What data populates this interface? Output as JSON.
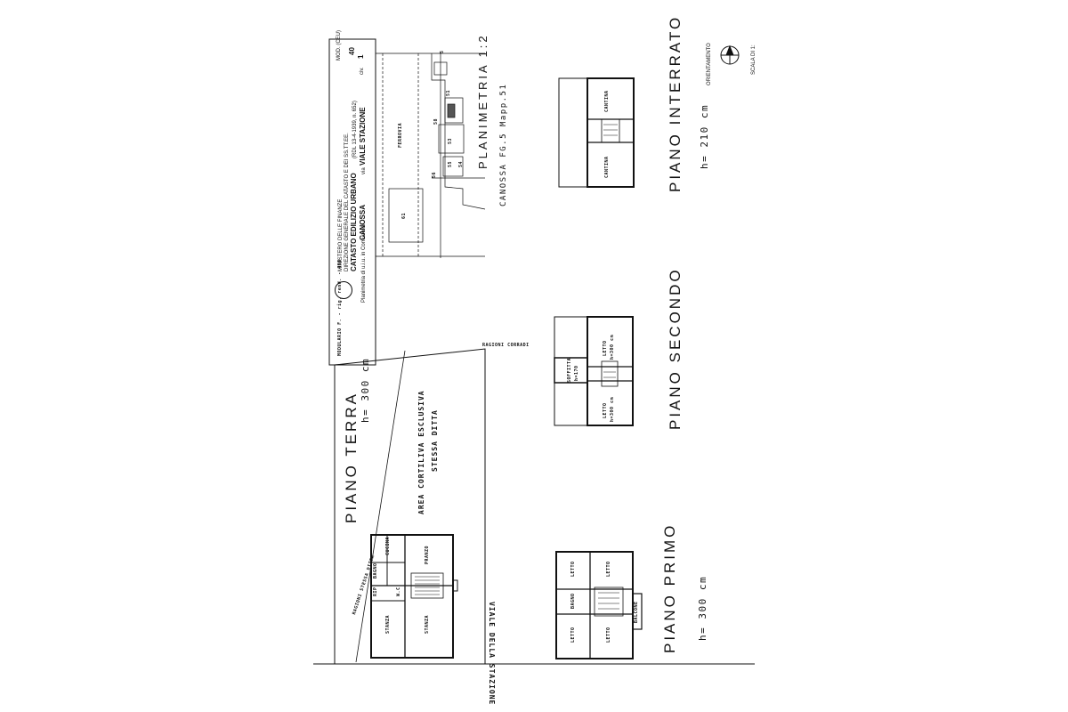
{
  "header": {
    "ministry": "MINISTERO DELLE FINANZE",
    "direction": "DIREZIONE GENERALE DEL CATASTO E DEI SS.TT.EE.",
    "title": "CATASTO EDILIZIO URBANO",
    "law_ref": "(RDL 13-4-1939, n. 652)",
    "municipality_prefix": "Planimetria di u.i.u. in Comune di",
    "municipality": "CANOSSA",
    "street_prefix": "via",
    "street": "VIALE STAZIONE",
    "form_code": "MOD. (CEU)",
    "form_number": "40",
    "sheet_box": "MODULARIO F. - rig. rend. - 498",
    "civ_prefix": "civ.",
    "civ_value": "1"
  },
  "site_plan": {
    "title": "PLANIMETRIA 1:2",
    "reference": "CANOSSA FG.5 Mapp.51",
    "railway": "FERROVIA",
    "parcels": [
      "61",
      "51",
      "53",
      "54",
      "55",
      "56",
      "58",
      "5"
    ]
  },
  "orientation": {
    "label": "ORIENTAMENTO",
    "scale": "SCALA DI 1:"
  },
  "piano_terra": {
    "title": "PIANO TERRA",
    "height": "h= 300 cm",
    "courtyard_line1": "AREA CORTILIVA ESCLUSIVA",
    "courtyard_line2": "STESSA DITTA",
    "boundary_top": "RAGIONI CORRADI",
    "boundary_left": "RAGIONI STESSA DITTA",
    "street": "VIALE DELLA STAZIONE",
    "rooms": [
      "CUCINA",
      "BAGNO",
      "PRANZO",
      "RIP.",
      "W.C.",
      "STANZA",
      "STANZA"
    ]
  },
  "piano_primo": {
    "title": "PIANO PRIMO",
    "height": "h= 300 cm",
    "rooms": [
      "LETTO",
      "LETTO",
      "BAGNO",
      "LETTO",
      "LETTO"
    ],
    "balcony": "BALCONE"
  },
  "piano_secondo": {
    "title": "PIANO SECONDO",
    "rooms": [
      "LETTO",
      "LETTO",
      "SOFFITTA"
    ],
    "room_heights": [
      "h=300 cm",
      "h=300 cm",
      "h=170"
    ]
  },
  "piano_interrato": {
    "title": "PIANO INTERRATO",
    "height": "h= 210 cm",
    "rooms": [
      "CANTINA",
      "CANTINA"
    ]
  }
}
